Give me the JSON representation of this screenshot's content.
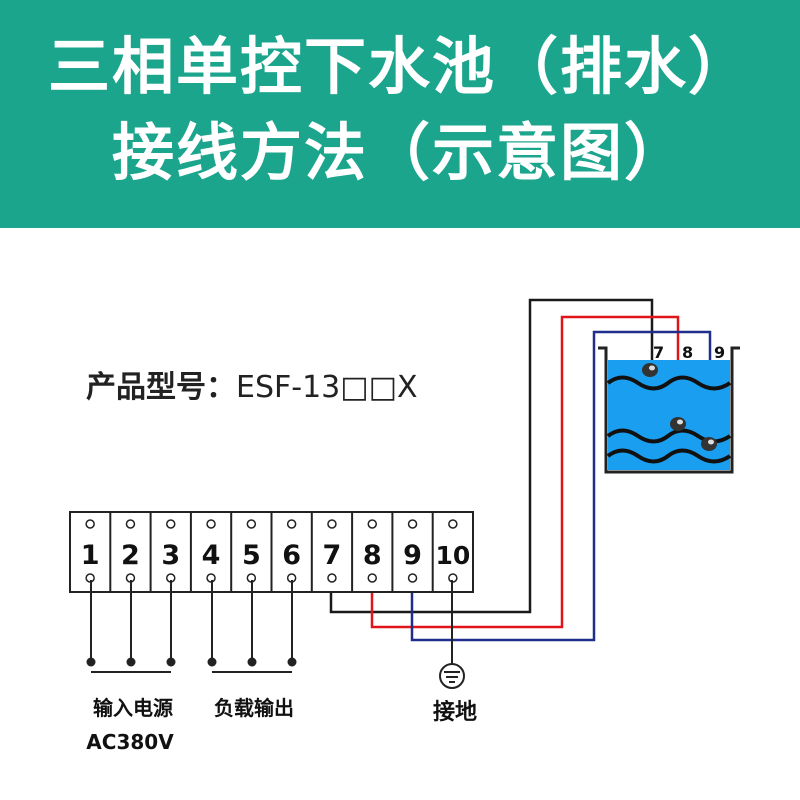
{
  "title": {
    "line1": "三相单控下水池（排水）",
    "line2": "接线方法（示意图）"
  },
  "model": {
    "label": "产品型号：",
    "value": "ESF-13□□X"
  },
  "terminals": [
    "1",
    "2",
    "3",
    "4",
    "5",
    "6",
    "7",
    "8",
    "9",
    "10"
  ],
  "tank_labels": [
    "7",
    "8",
    "9"
  ],
  "groups": {
    "input_power": "输入电源",
    "input_voltage": "AC380V",
    "load_output": "负载输出",
    "ground": "接地"
  },
  "colors": {
    "banner": "#1aa58c",
    "wire_black": "#1a1a1a",
    "wire_red": "#e0161b",
    "wire_blue": "#1f2d8c",
    "water": "#1a9ff0"
  },
  "icons": [
    "float-switch-icon",
    "ground-icon"
  ]
}
